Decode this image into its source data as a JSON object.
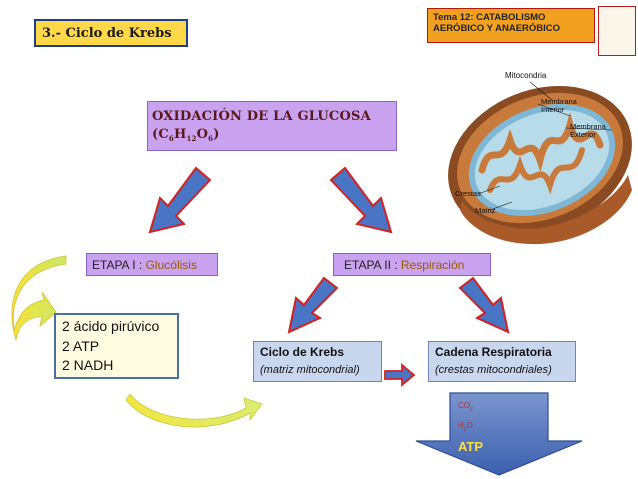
{
  "header": {
    "title": "3.- Ciclo de Krebs",
    "topic_line1": "Tema 12: CATABOLISMO",
    "topic_line2": "AERÓBICO Y ANAERÓBICO"
  },
  "glucose": {
    "line1": "OXIDACIÓN DE LA GLUCOSA",
    "formula_c": "(C",
    "sub_c": "6",
    "formula_h": "H",
    "sub_h": "12",
    "formula_o": "O",
    "sub_o": "6",
    "formula_end": ")"
  },
  "stages": {
    "stage1_prefix": "ETAPA I : ",
    "stage1_name": "Glucólisis",
    "stage2_prefix": "ETAPA II : ",
    "stage2_name": "Respiración"
  },
  "products": {
    "line1": "2 ácido pirúvico",
    "line2": "2 ATP",
    "line3": "2 NADH"
  },
  "krebs": {
    "title": "Ciclo de Krebs",
    "subtitle": "(matriz mitocondrial)"
  },
  "chain": {
    "title": "Cadena Respiratoria",
    "subtitle": "(crestas mitocondriales)"
  },
  "outputs": {
    "co2_base": "CO",
    "co2_sub": "2",
    "h2o_base_h": "H",
    "h2o_sub": "2",
    "h2o_base_o": "O",
    "atp": "ATP"
  },
  "mitochondrion": {
    "title": "Mitocondria",
    "membrana_interior_1": "Membrana",
    "membrana_interior_2": "Interior",
    "membrana_exterior_1": "Membrana",
    "membrana_exterior_2": "Exterior",
    "crestas": "Crestas",
    "matriz": "Matriz"
  },
  "colors": {
    "title_bg": "#ffd84a",
    "topic_bg": "#f2a020",
    "purple_box": "#c9a2f0",
    "blue_box": "#c8d7ee",
    "arrow_fill": "#4a74c4",
    "arrow_stroke": "#d62020",
    "curve_arrow": "#f5e62e"
  }
}
